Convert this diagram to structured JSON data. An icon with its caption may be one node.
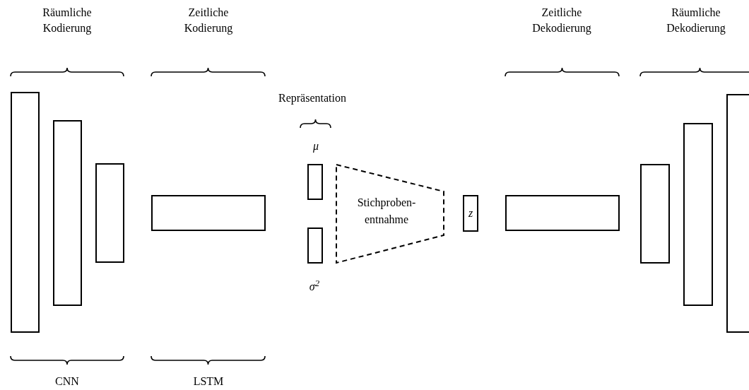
{
  "diagram": {
    "nodes": [
      {
        "text": [],
        "shape": "box"
      },
      {
        "text": [],
        "shape": "box"
      },
      {
        "text": [],
        "shape": "box"
      },
      {
        "text": [],
        "shape": "box"
      },
      {
        "text": [],
        "shape": "box"
      },
      {
        "text": [],
        "shape": "box"
      },
      {
        "text": [
          "Stichproben-entnahme"
        ]
      },
      {
        "text": [
          "z"
        ]
      },
      {
        "text": [],
        "shape": "box"
      },
      {
        "text": [],
        "shape": "box"
      },
      {
        "text": [],
        "shape": "box"
      },
      {
        "text": [],
        "shape": "box"
      }
    ],
    "edges": [],
    "labels": [
      "Räumliche Kodierung",
      "Zeitliche Kodierung",
      "Zeitliche Dekodierung",
      "Räumliche Dekodierung",
      "Repräsentation",
      "μ",
      "σ$^{2}$",
      "CNN",
      "LSTM"
    ]
  }
}
